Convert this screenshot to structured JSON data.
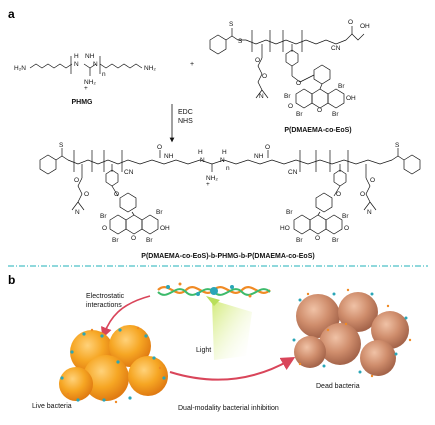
{
  "panels": {
    "a": {
      "letter": "a"
    },
    "b": {
      "letter": "b"
    }
  },
  "reactants": {
    "phmg_name": "PHMG",
    "copolymer_name": "P(DMAEMA-co-EoS)",
    "plus": "+"
  },
  "reagents": {
    "line1": "EDC",
    "line2": "NHS"
  },
  "product": {
    "name": "P(DMAEMA-co-EoS)-b-PHMG-b-P(DMAEMA-co-EoS)"
  },
  "atoms": {
    "nh2": "NH₂",
    "h2n": "H₂N",
    "nh": "NH",
    "n": "N",
    "h": "H",
    "o": "O",
    "oh": "OH",
    "ho": "HO",
    "br": "Br",
    "s": "S",
    "cn": "CN",
    "plus_charge": "+",
    "sub_n": "n"
  },
  "panel_b": {
    "electrostatic": "Electrostatic",
    "interactions": "interactions",
    "light": "Light",
    "live": "Live bacteria",
    "dead": "Dead bacteria",
    "dual": "Dual-modality bacterial inhibition"
  },
  "colors": {
    "divider": "#1fb0b8",
    "live_bacteria": "#f39a1e",
    "dead_bacteria": "#c98a6a",
    "polymer_green": "#3cba6b",
    "polymer_orange": "#f08a24",
    "arrow_red": "#d9455a",
    "light_green": "#b9df5a"
  }
}
